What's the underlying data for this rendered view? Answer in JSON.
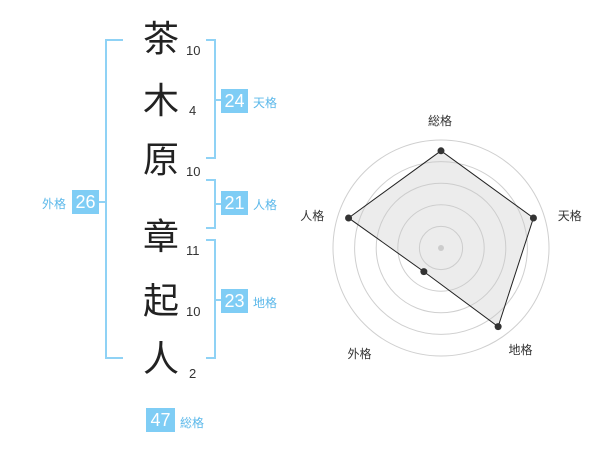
{
  "name": {
    "characters": [
      {
        "char": "茶",
        "strokes": "10"
      },
      {
        "char": "木",
        "strokes": "4"
      },
      {
        "char": "原",
        "strokes": "10"
      },
      {
        "char": "章",
        "strokes": "11"
      },
      {
        "char": "起",
        "strokes": "10"
      },
      {
        "char": "人",
        "strokes": "2"
      }
    ]
  },
  "kakusu": {
    "tenkaku": {
      "value": "24",
      "label": "天格"
    },
    "jinkaku": {
      "value": "21",
      "label": "人格"
    },
    "chikaku": {
      "value": "23",
      "label": "地格"
    },
    "gaikaku": {
      "value": "26",
      "label": "外格"
    },
    "soukaku": {
      "value": "47",
      "label": "総格"
    }
  },
  "colors": {
    "accent": "#7fcdf5",
    "accent_text": "#5bb8ea",
    "bracket": "#8fd2f5"
  },
  "radar": {
    "axes": [
      "総格",
      "天格",
      "地格",
      "外格",
      "人格"
    ],
    "values": [
      0.9,
      0.9,
      0.9,
      0.27,
      0.9
    ],
    "rings": 5
  }
}
